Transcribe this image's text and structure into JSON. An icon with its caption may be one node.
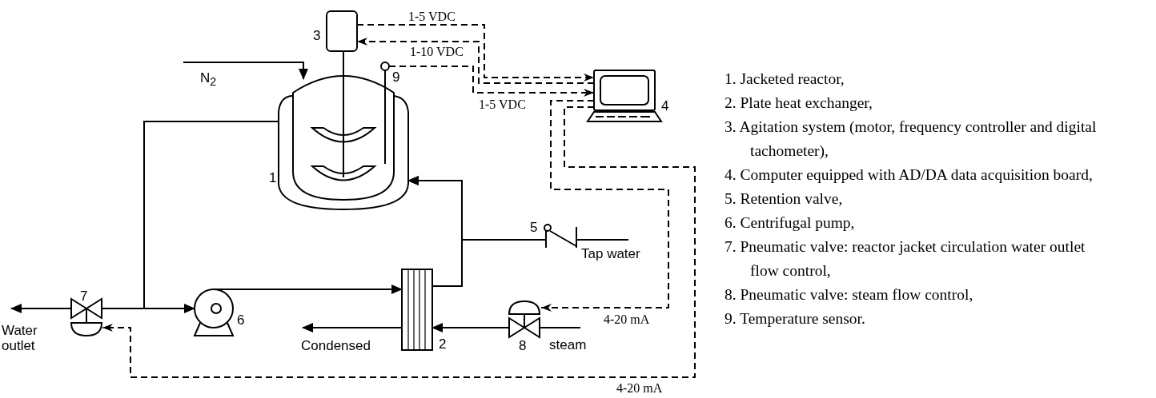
{
  "diagram": {
    "nodes": [
      {
        "text": [
          "1"
        ]
      },
      {
        "text": [
          "2"
        ]
      },
      {
        "text": [
          "3"
        ]
      },
      {
        "text": [
          "4"
        ]
      },
      {
        "text": [
          "5"
        ]
      },
      {
        "text": [
          "6"
        ]
      },
      {
        "text": [
          "7"
        ]
      },
      {
        "text": [
          "8"
        ]
      },
      {
        "text": [
          "9"
        ]
      },
      {
        "text": [
          "N$_{2}$"
        ]
      },
      {
        "text": [
          "Water outlet"
        ]
      },
      {
        "text": [
          "Condensed"
        ]
      },
      {
        "text": [
          "Tap water"
        ]
      },
      {
        "text": [
          "steam"
        ]
      }
    ],
    "edges": [
      {
        "from": 9,
        "to": 0,
        "arrow": "to"
      },
      {
        "from": 0,
        "to": 5,
        "arrow": "to"
      },
      {
        "from": 0,
        "to": 6,
        "arrow": "none"
      },
      {
        "from": 6,
        "to": 10,
        "arrow": "to"
      },
      {
        "from": 5,
        "to": 1,
        "arrow": "to"
      },
      {
        "from": 1,
        "to": 0,
        "arrow": "to"
      },
      {
        "from": 12,
        "to": 4,
        "arrow": "none"
      },
      {
        "from": 4,
        "to": 0,
        "arrow": "to"
      },
      {
        "from": 13,
        "to": 7,
        "arrow": "none"
      },
      {
        "from": 7,
        "to": 1,
        "arrow": "to"
      },
      {
        "from": 1,
        "to": 11,
        "arrow": "to"
      },
      {
        "from": 2,
        "to": 3,
        "arrow": "to",
        "style": "dashed",
        "label": "1-5 VDC"
      },
      {
        "from": 3,
        "to": 2,
        "arrow": "to",
        "style": "dashed",
        "label": "1-10 VDC"
      },
      {
        "from": 8,
        "to": 3,
        "arrow": "to",
        "style": "dashed",
        "label": "1-5 VDC"
      },
      {
        "from": 3,
        "to": 7,
        "arrow": "to",
        "style": "dashed",
        "label": "4-20 mA"
      },
      {
        "from": 3,
        "to": 6,
        "arrow": "to",
        "style": "dashed",
        "label": "4-20 mA"
      }
    ],
    "labels": [
      "1. Jacketed reactor,",
      "2. Plate heat exchanger,",
      "3. Agitation system (motor, frequency controller and digital tachometer),",
      "4. Computer equipped with AD/DA data acquisition board,",
      "5. Retention valve,",
      "6. Centrifugal pump,",
      "7. Pneumatic valve: reactor jacket circulation water outlet flow control,",
      "8. Pneumatic valve: steam flow control,",
      "9. Temperature sensor."
    ]
  }
}
